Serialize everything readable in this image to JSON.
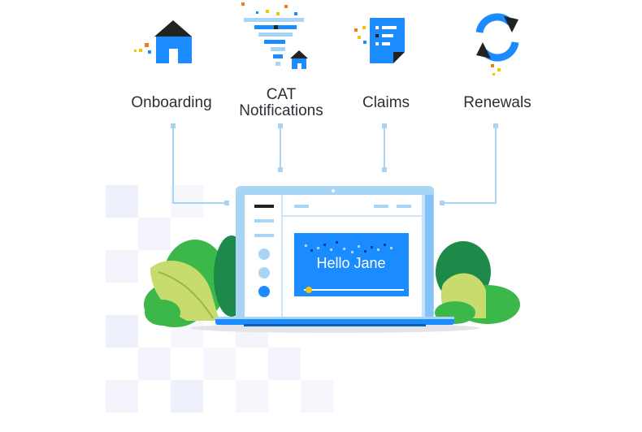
{
  "features": [
    {
      "label": "Onboarding",
      "icon": "house-icon"
    },
    {
      "label": "CAT\nNotifications",
      "icon": "tornado-house-icon"
    },
    {
      "label": "Claims",
      "icon": "document-icon"
    },
    {
      "label": "Renewals",
      "icon": "refresh-cycle-icon"
    }
  ],
  "laptop": {
    "greeting": "Hello Jane"
  },
  "colors": {
    "primary_blue": "#1a8cff",
    "light_blue": "#a8d4f5",
    "connector": "#a9d3f3",
    "dark": "#222222",
    "accent_orange": "#f07d1a",
    "accent_yellow": "#f5c400",
    "plant_green": "#3cb84a",
    "plant_dark_green": "#1e8a4a",
    "plant_light": "#c8dc6e"
  }
}
